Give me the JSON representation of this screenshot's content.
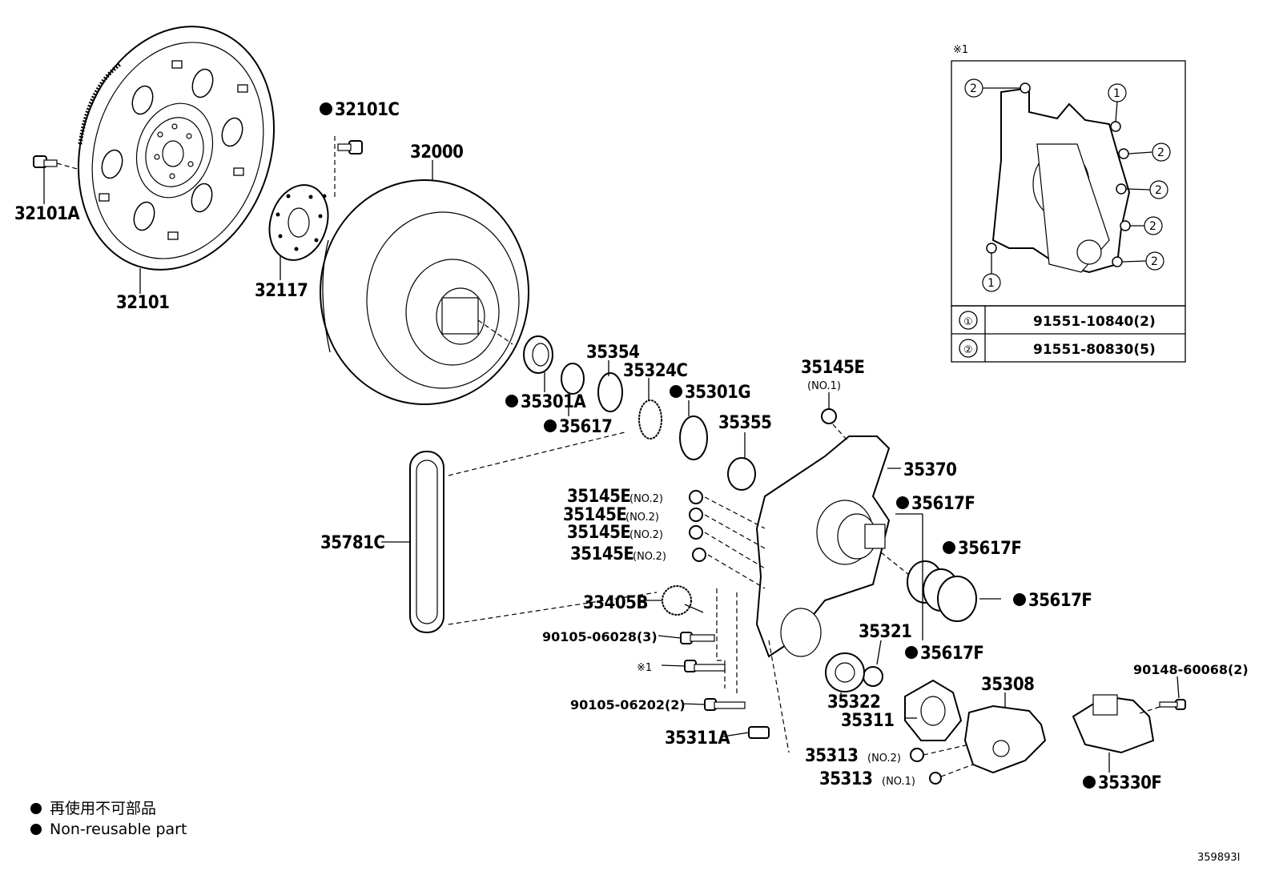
{
  "diagram": {
    "drawing_code": "359893I",
    "parts": [
      {
        "id": "p32101A",
        "label": "32101A",
        "nonreusable": false
      },
      {
        "id": "p32101",
        "label": "32101",
        "nonreusable": false
      },
      {
        "id": "p32101C",
        "label": "32101C",
        "nonreusable": true
      },
      {
        "id": "p32117",
        "label": "32117",
        "nonreusable": false
      },
      {
        "id": "p32000",
        "label": "32000",
        "nonreusable": false
      },
      {
        "id": "p35354",
        "label": "35354",
        "nonreusable": false
      },
      {
        "id": "p35324C",
        "label": "35324C",
        "nonreusable": false
      },
      {
        "id": "p35301A",
        "label": "35301A",
        "nonreusable": true
      },
      {
        "id": "p35301G",
        "label": "35301G",
        "nonreusable": true
      },
      {
        "id": "p35617",
        "label": "35617",
        "nonreusable": true
      },
      {
        "id": "p35145E_no1",
        "label": "35145E",
        "nonreusable": false,
        "note": "(NO.1)"
      },
      {
        "id": "p35355",
        "label": "35355",
        "nonreusable": false
      },
      {
        "id": "p35370",
        "label": "35370",
        "nonreusable": false
      },
      {
        "id": "p35145E_a",
        "label": "35145E",
        "nonreusable": false,
        "note": "(NO.2)"
      },
      {
        "id": "p35145E_b",
        "label": "35145E",
        "nonreusable": false,
        "note": "(NO.2)"
      },
      {
        "id": "p35145E_c",
        "label": "35145E",
        "nonreusable": false,
        "note": "(NO.2)"
      },
      {
        "id": "p35145E_d",
        "label": "35145E",
        "nonreusable": false,
        "note": "(NO.2)"
      },
      {
        "id": "p35617F_a",
        "label": "35617F",
        "nonreusable": true
      },
      {
        "id": "p35617F_b",
        "label": "35617F",
        "nonreusable": true
      },
      {
        "id": "p35617F_c",
        "label": "35617F",
        "nonreusable": true
      },
      {
        "id": "p35617F_d",
        "label": "35617F",
        "nonreusable": true
      },
      {
        "id": "p35781C",
        "label": "35781C",
        "nonreusable": false
      },
      {
        "id": "p33405B",
        "label": "33405B",
        "nonreusable": false
      },
      {
        "id": "p90105_06028",
        "label": "90105-06028(3)",
        "nonreusable": false
      },
      {
        "id": "p_ref1",
        "label": "※1",
        "nonreusable": false
      },
      {
        "id": "p90105_06202",
        "label": "90105-06202(2)",
        "nonreusable": false
      },
      {
        "id": "p35311A",
        "label": "35311A",
        "nonreusable": false
      },
      {
        "id": "p35321",
        "label": "35321",
        "nonreusable": false
      },
      {
        "id": "p35322",
        "label": "35322",
        "nonreusable": false
      },
      {
        "id": "p35311",
        "label": "35311",
        "nonreusable": false
      },
      {
        "id": "p35308",
        "label": "35308",
        "nonreusable": false
      },
      {
        "id": "p35313_no2",
        "label": "35313",
        "nonreusable": false,
        "note": "(NO.2)"
      },
      {
        "id": "p35313_no1",
        "label": "35313",
        "nonreusable": false,
        "note": "(NO.1)"
      },
      {
        "id": "p90148",
        "label": "90148-60068(2)",
        "nonreusable": false
      },
      {
        "id": "p35330F",
        "label": "35330F",
        "nonreusable": true
      }
    ],
    "inset": {
      "ref_mark": "※1",
      "callouts": [
        "①",
        "②"
      ],
      "table": [
        {
          "key": "①",
          "part": "91551-10840(2)"
        },
        {
          "key": "②",
          "part": "91551-80830(5)"
        }
      ]
    },
    "legend": [
      {
        "marker": "●",
        "text": "再使用不可部品"
      },
      {
        "marker": "●",
        "text": "Non-reusable part"
      }
    ]
  }
}
